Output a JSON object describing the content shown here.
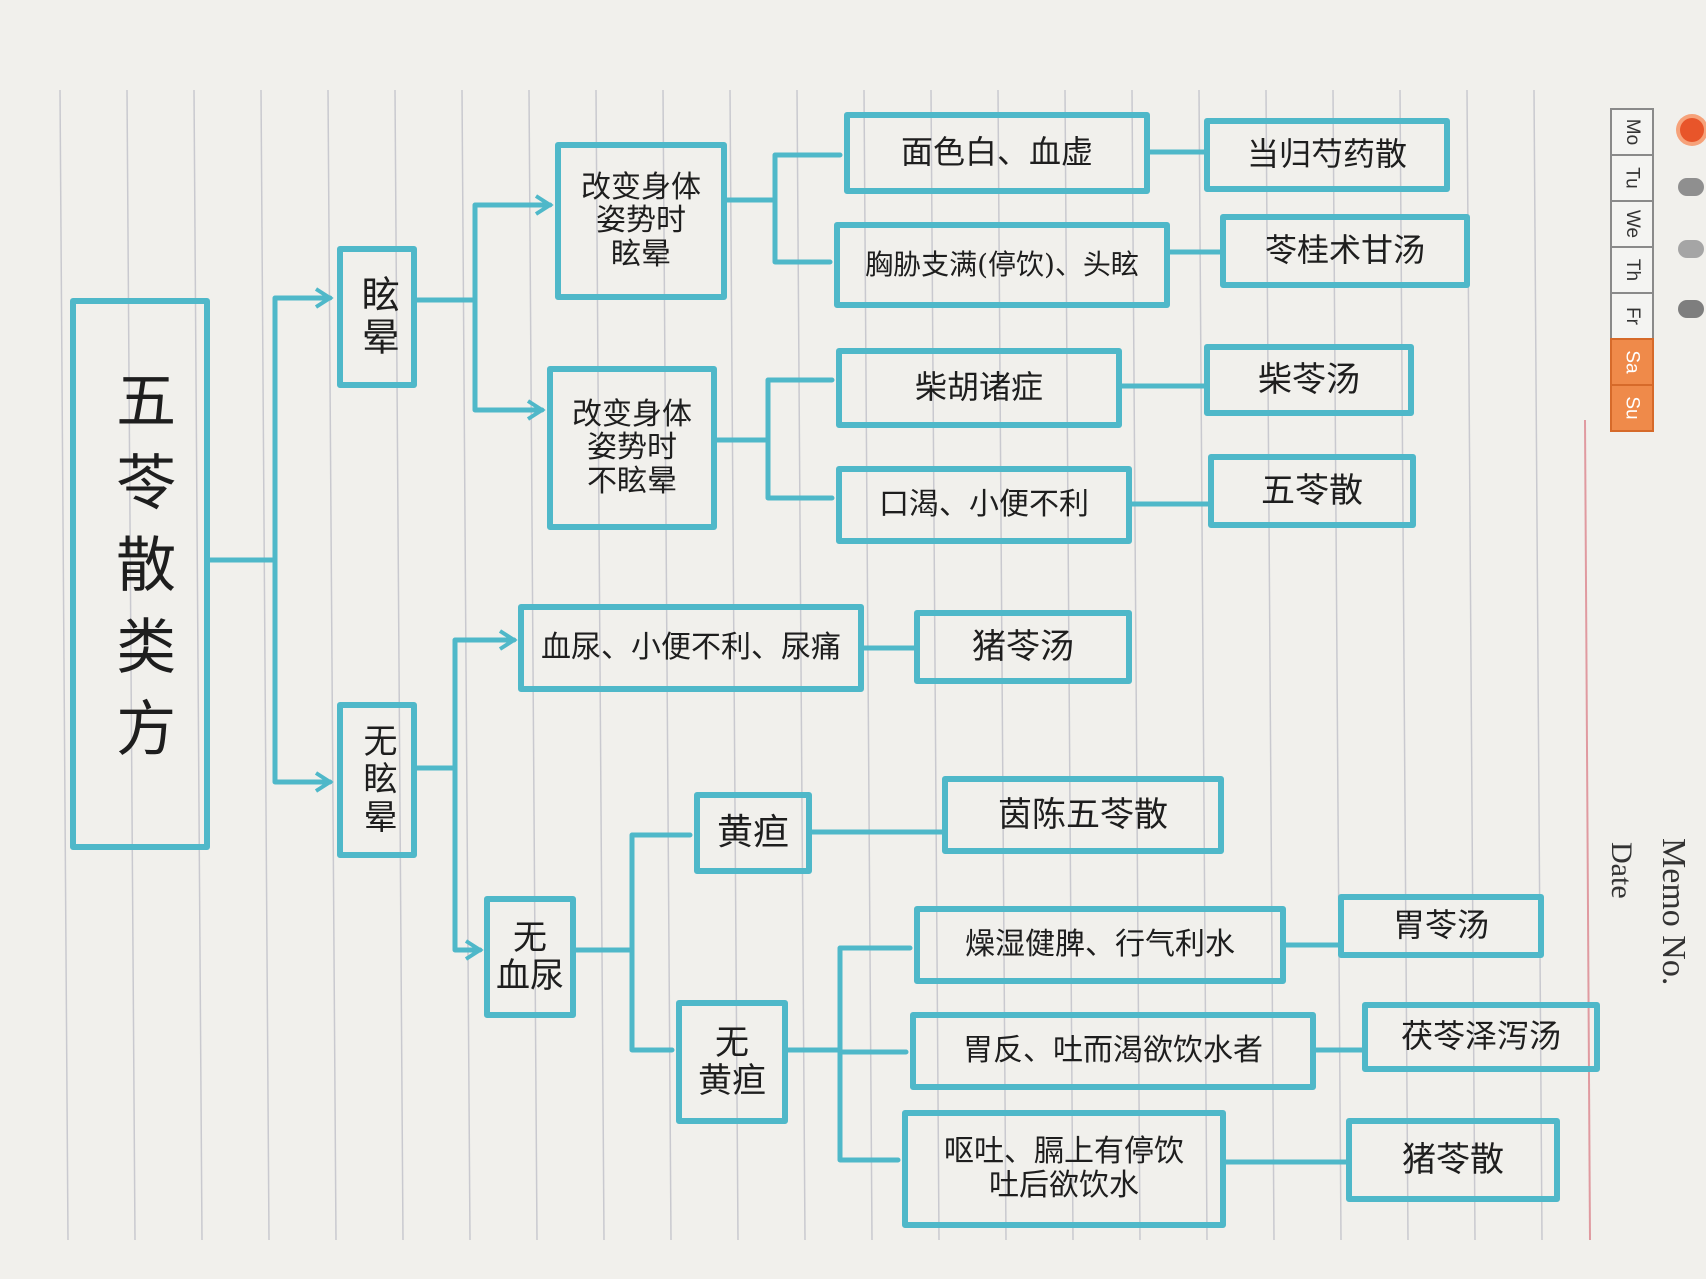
{
  "diagram": {
    "root": "五苓散类方",
    "branches": {
      "vertigo": "眩晕",
      "no_vertigo": "无眩晕",
      "with_posture_vertigo": "改变身体\n姿势时\n眩晕",
      "without_posture_vertigo": "改变身体\n姿势时\n不眩晕",
      "hematuria": "血尿、小便不利、尿痛",
      "no_hematuria": "无\n血尿",
      "jaundice": "黄疸",
      "no_jaundice": "无\n黄疸"
    },
    "conditions": {
      "pale_face": "面色白、血虚",
      "chest_fullness": "胸胁支满(停饮)、头眩",
      "chaihu": "柴胡诸症",
      "thirst": "口渴、小便不利",
      "dry_damp": "燥湿健脾、行气利水",
      "vomit_thirst": "胃反、吐而渴欲饮水者",
      "vomit_fluid": "呕吐、膈上有停饮\n吐后欲饮水"
    },
    "formulas": {
      "danggui": "当归芍药散",
      "linggui": "苓桂术甘汤",
      "chailing": "柴苓汤",
      "wuling": "五苓散",
      "zhuling_tang": "猪苓汤",
      "yinchen": "茵陈五苓散",
      "weiling": "胃苓汤",
      "fuling_zexie": "茯苓泽泻汤",
      "zhuling_san": "猪苓散"
    }
  },
  "calendar": [
    "Mo",
    "Tu",
    "We",
    "Th",
    "Fr",
    "Sa",
    "Su"
  ],
  "memo": {
    "memo_no": "Memo No.",
    "date": "Date"
  },
  "colors": {
    "ink": "#4fb8c9",
    "paper": "#f1f0ec",
    "weekend": "#ef8a4a"
  }
}
